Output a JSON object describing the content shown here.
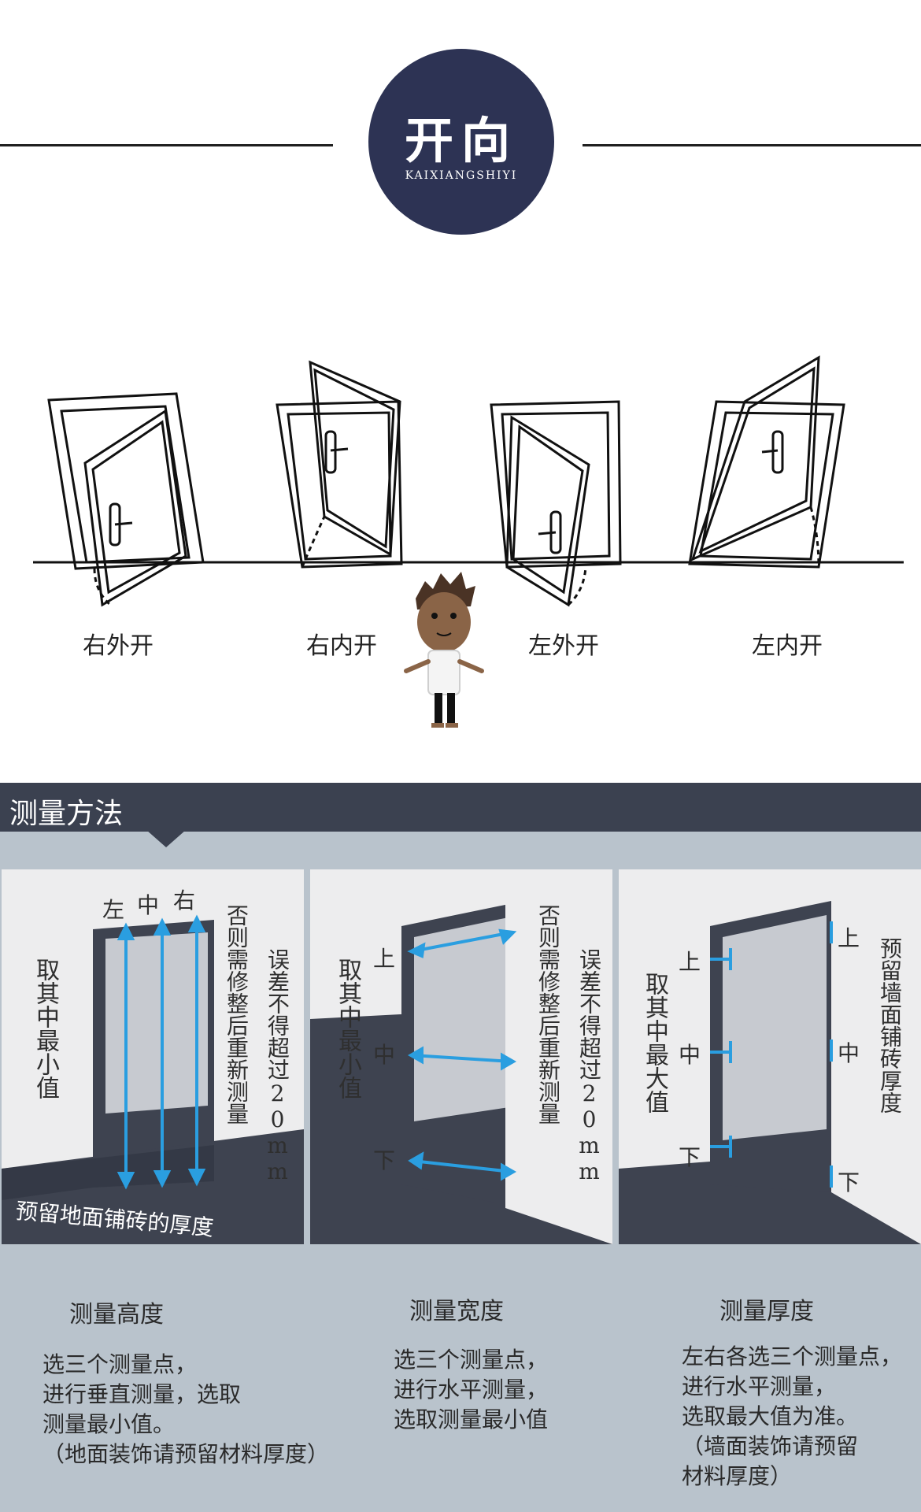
{
  "header": {
    "title": "开向",
    "subtitle": "KAIXIANGSHIYI"
  },
  "doors": [
    {
      "label": "右外开"
    },
    {
      "label": "右内开"
    },
    {
      "label": "左外开"
    },
    {
      "label": "左内开"
    }
  ],
  "measure": {
    "title": "测量方法",
    "panels": [
      {
        "left_vertical": "取其中最小值",
        "top_labels": [
          "左",
          "中",
          "右"
        ],
        "right_vertical_1": "否则需修整后重新测量",
        "right_vertical_2": "误差不得超过20mm",
        "floor_note": "预留地面铺砖的厚度"
      },
      {
        "left_vertical": "取其中最小值",
        "side_labels": [
          "上",
          "中",
          "下"
        ],
        "right_vertical_1": "否则需修整后重新测量",
        "right_vertical_2": "误差不得超过20mm"
      },
      {
        "left_vertical": "取其中最大值",
        "side_labels": [
          "上",
          "中",
          "下"
        ],
        "right_labels": [
          "上",
          "中",
          "下"
        ],
        "right_vertical": "预留墙面铺砖厚度"
      }
    ],
    "sections": [
      {
        "title": "测量高度",
        "desc": "选三个测量点，\n进行垂直测量，选取\n测量最小值。\n（地面装饰请预留材料厚度）"
      },
      {
        "title": "测量宽度",
        "desc": "选三个测量点，\n进行水平测量，\n选取测量最小值"
      },
      {
        "title": "测量厚度",
        "desc": "左右各选三个测量点，\n进行水平测量，\n选取最大值为准。\n（墙面装饰请预留\n材料厚度）"
      }
    ]
  }
}
